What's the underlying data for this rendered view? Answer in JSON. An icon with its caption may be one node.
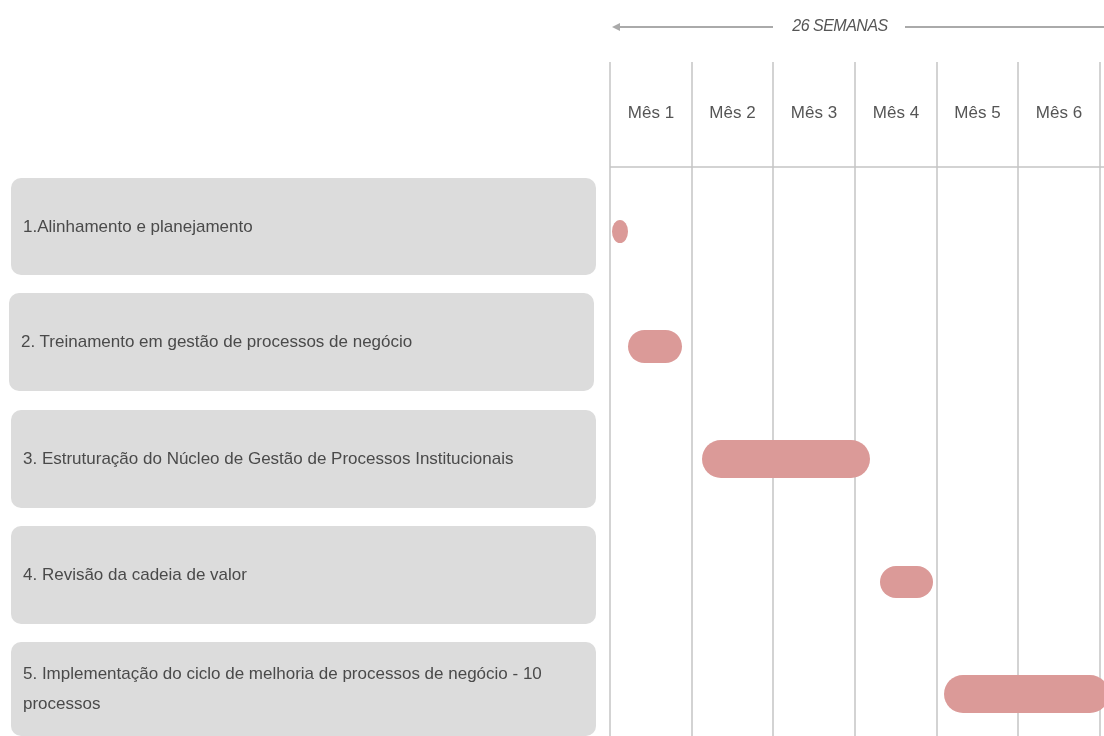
{
  "diagram": {
    "nodes": [
      {
        "text": [
          "1.Alinhamento e planejamento"
        ]
      },
      {
        "text": [
          "2. Treinamento em gestão de processos de negócio"
        ]
      },
      {
        "text": [
          "3. Estruturação do Núcleo de Gestão de Processos Institucionais"
        ]
      },
      {
        "text": [
          "4. Revisão da cadeia de valor"
        ]
      },
      {
        "text": [
          "5. Implementação do ciclo de melhoria de processos de negócio - 10 processos"
        ]
      },
      {
        "text": [],
        "shape": "circle"
      },
      {
        "text": [],
        "shape": "bar"
      },
      {
        "text": [],
        "shape": "bar"
      },
      {
        "text": [],
        "shape": "bar"
      },
      {
        "text": [],
        "shape": "bar"
      }
    ],
    "labels": [
      "26 SEMANAS",
      "Mês 1",
      "Mês 2",
      "Mês 3",
      "Mês 4",
      "Mês 5",
      "Mês 6"
    ]
  }
}
